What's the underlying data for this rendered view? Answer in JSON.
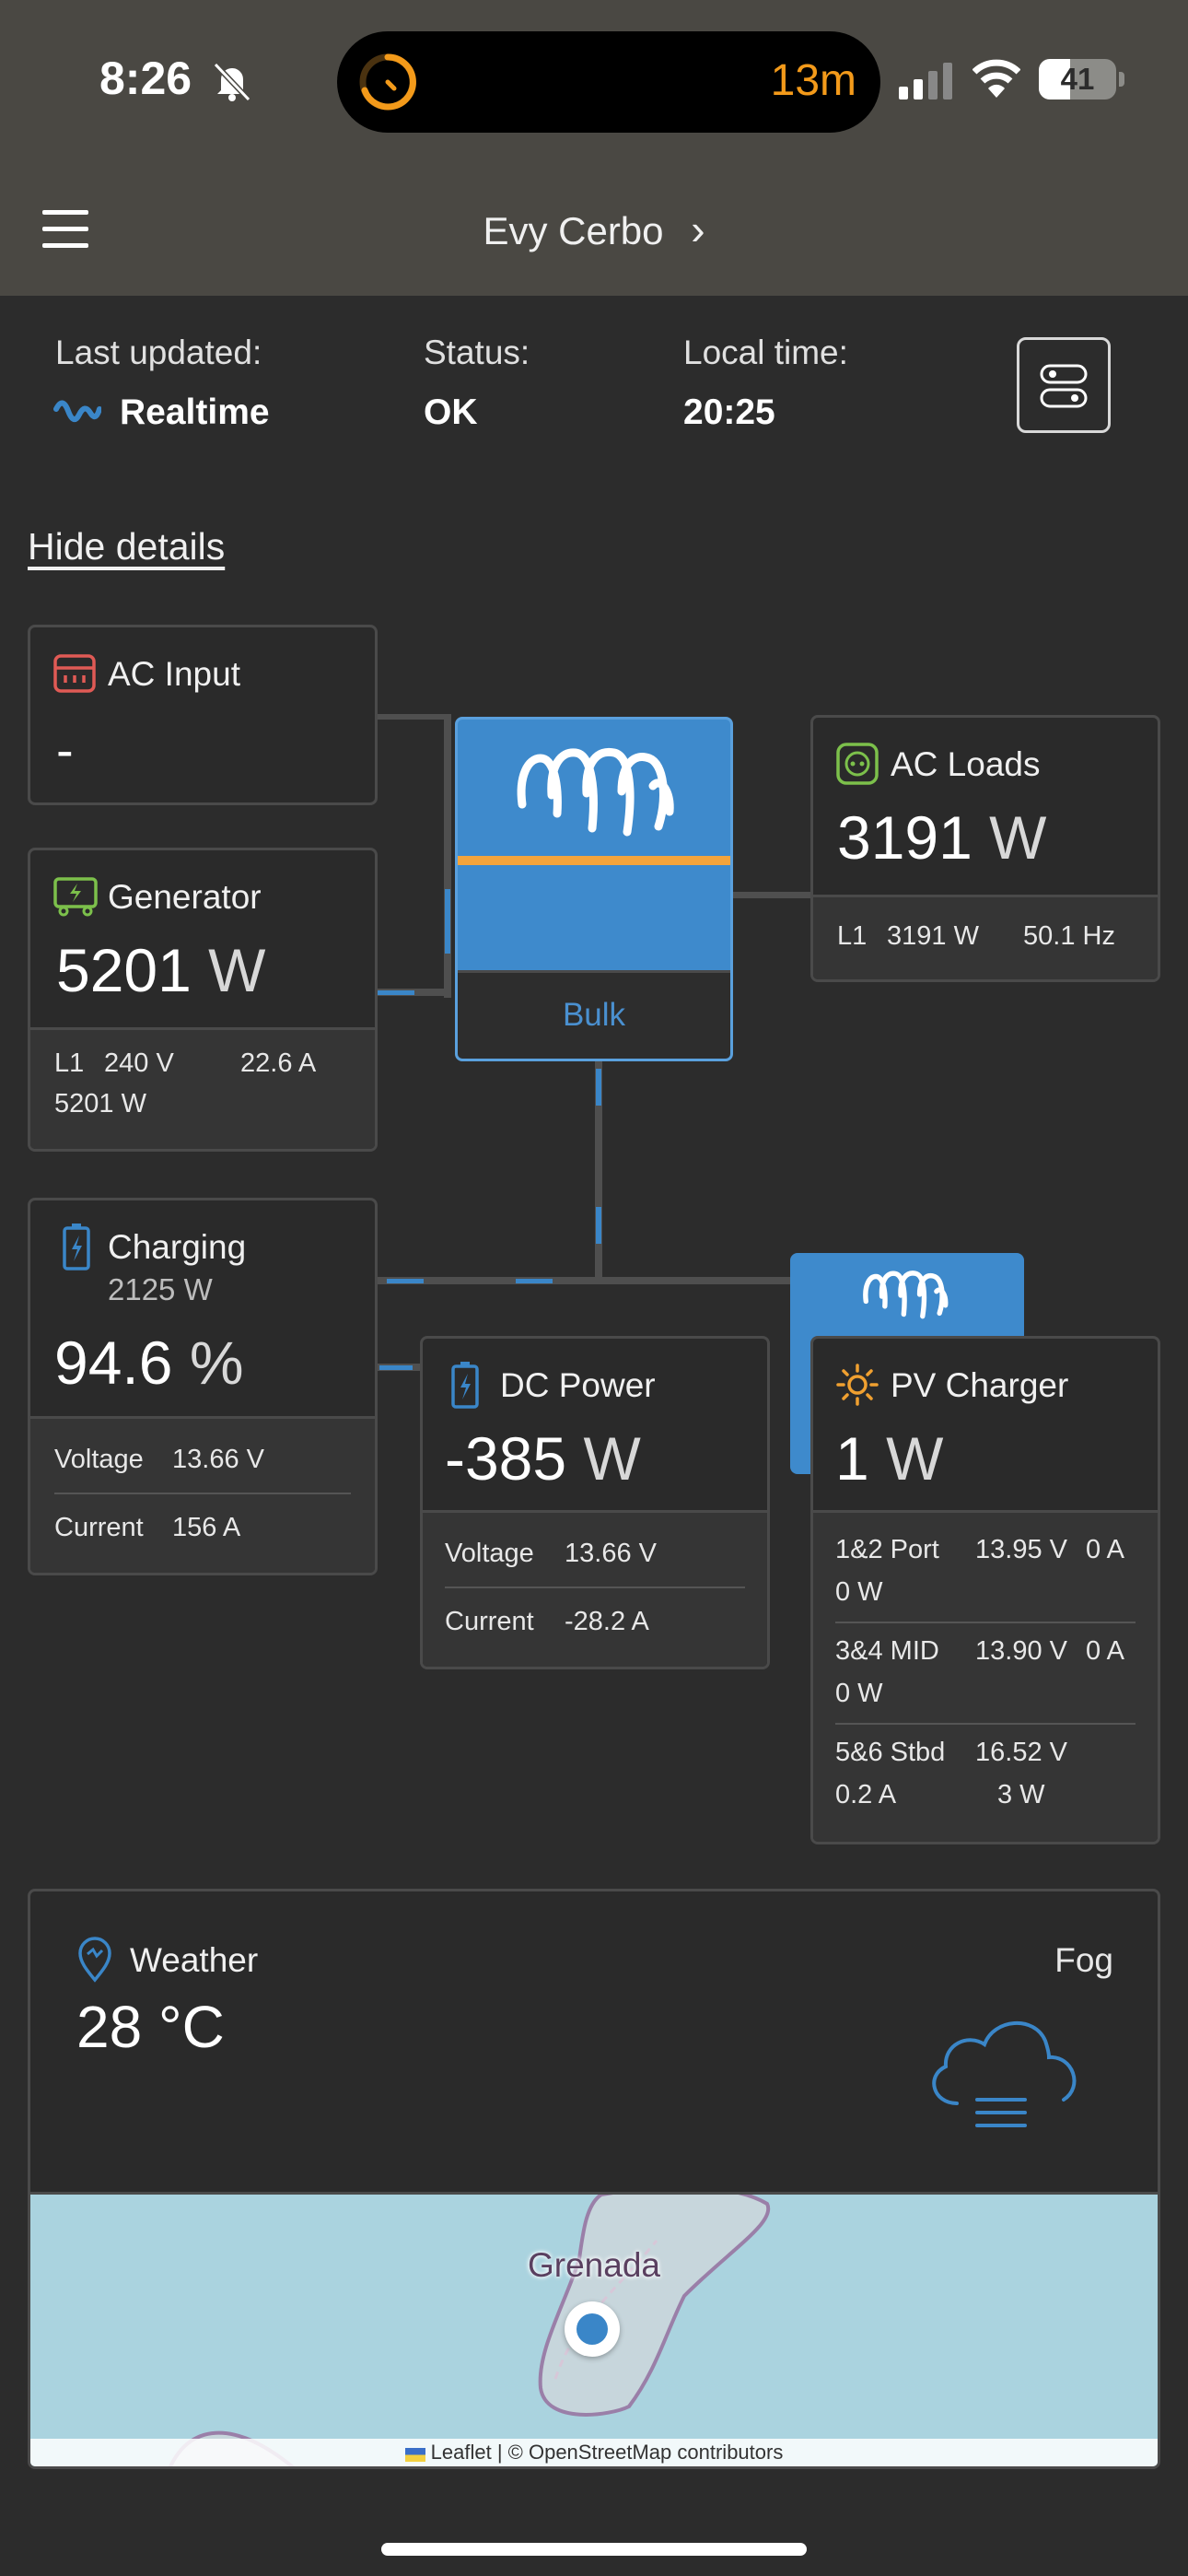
{
  "status_bar": {
    "time": "8:26",
    "activity_time": "13m",
    "battery": "41"
  },
  "header": {
    "title": "Evy Cerbo",
    "chevron": "›"
  },
  "info": {
    "last_updated_label": "Last updated:",
    "last_updated_value": "Realtime",
    "status_label": "Status:",
    "status_value": "OK",
    "local_time_label": "Local time:",
    "local_time_value": "20:25"
  },
  "hide_details": "Hide details",
  "ac_input": {
    "title": "AC Input",
    "value": "-"
  },
  "generator": {
    "title": "Generator",
    "value": "5201",
    "unit": "W",
    "l1": "L1",
    "voltage": "240 V",
    "current": "22.6 A",
    "power": "5201 W"
  },
  "inverter": {
    "state": "Bulk"
  },
  "ac_loads": {
    "title": "AC Loads",
    "value": "3191",
    "unit": "W",
    "l1": "L1",
    "power": "3191 W",
    "frequency": "50.1 Hz"
  },
  "battery": {
    "title": "Charging",
    "power": "2125 W",
    "value": "94.6",
    "unit": "%",
    "voltage_label": "Voltage",
    "voltage": "13.66 V",
    "current_label": "Current",
    "current": "156 A"
  },
  "dc_power": {
    "title": "DC Power",
    "value": "-385",
    "unit": "W",
    "voltage_label": "Voltage",
    "voltage": "13.66 V",
    "current_label": "Current",
    "current": "-28.2 A"
  },
  "pv_charger": {
    "title": "PV Charger",
    "value": "1",
    "unit": "W",
    "rows": [
      {
        "name": "1&2 Port",
        "voltage": "13.95 V",
        "current": "0 A",
        "power": "0 W"
      },
      {
        "name": "3&4 MID",
        "voltage": "13.90 V",
        "current": "0 A",
        "power": "0 W"
      },
      {
        "name": "5&6 Stbd",
        "voltage": "16.52 V",
        "current": "0.2 A",
        "power": "3 W"
      }
    ]
  },
  "weather": {
    "title": "Weather",
    "temperature": "28 °C",
    "condition": "Fog"
  },
  "map": {
    "place": "Grenada",
    "attribution": "Leaflet | © OpenStreetMap contributors"
  }
}
